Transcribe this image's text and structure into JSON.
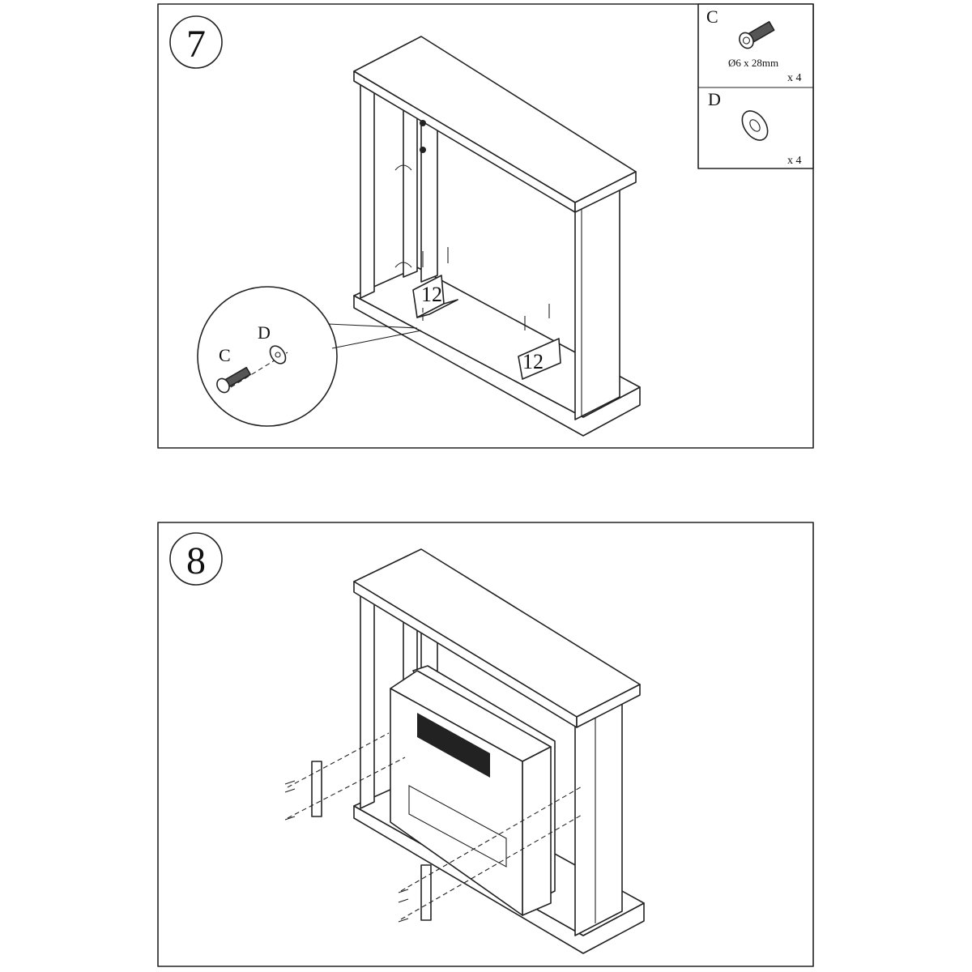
{
  "steps": [
    {
      "number": "7",
      "parts": [
        {
          "letter": "C",
          "spec": "Ø6 x 28mm",
          "qty": "x 4",
          "icon": "screw-icon"
        },
        {
          "letter": "D",
          "qty": "x 4",
          "icon": "washer-icon"
        }
      ],
      "part_labels": [
        "12",
        "12"
      ],
      "detail": {
        "screw_label": "C",
        "washer_label": "D"
      }
    },
    {
      "number": "8"
    }
  ],
  "colors": {
    "line": "#222222",
    "background": "#ffffff"
  }
}
